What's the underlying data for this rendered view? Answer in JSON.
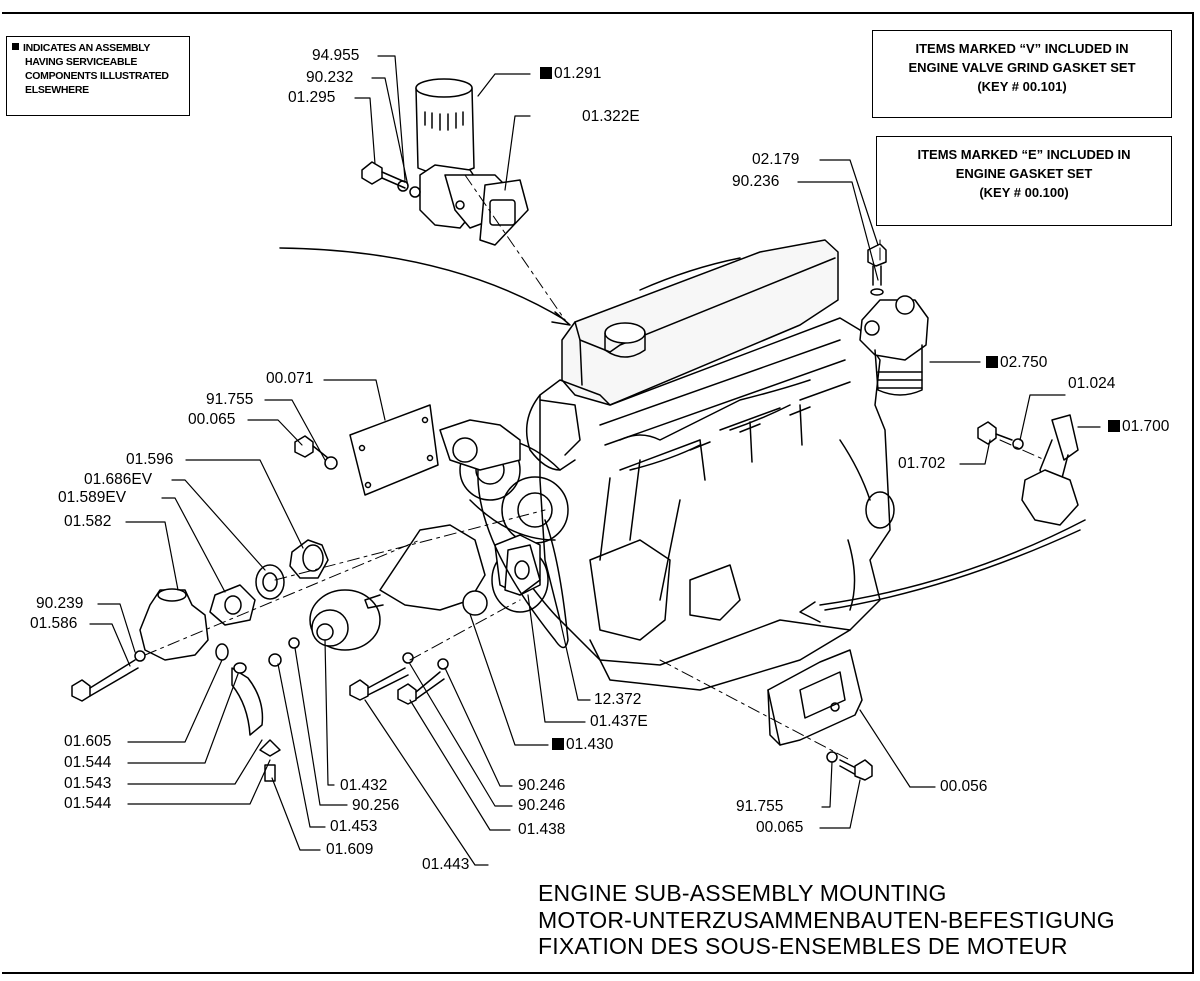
{
  "legend": {
    "lines": [
      "INDICATES AN ASSEMBLY",
      "HAVING SERVICEABLE",
      "COMPONENTS ILLUSTRATED",
      "ELSEWHERE"
    ]
  },
  "notes": {
    "valve": [
      "ITEMS MARKED “V” INCLUDED IN",
      "ENGINE VALVE GRIND GASKET SET",
      "(KEY # 00.101)"
    ],
    "gasket": [
      "ITEMS MARKED “E” INCLUDED IN",
      "ENGINE GASKET SET",
      "(KEY # 00.100)"
    ]
  },
  "title": [
    "ENGINE SUB-ASSEMBLY MOUNTING",
    "MOTOR-UNTERZUSAMMENBAUTEN-BEFESTIGUNG",
    "FIXATION DES SOUS-ENSEMBLES DE MOTEUR"
  ],
  "parts": {
    "p94955": "94.955",
    "p90232": "90.232",
    "p01295": "01.295",
    "p01291": "01.291",
    "p01322E": "01.322E",
    "p02179": "02.179",
    "p90236": "90.236",
    "p02750": "02.750",
    "p01024": "01.024",
    "p01700": "01.700",
    "p01702": "01.702",
    "p00071": "00.071",
    "p91755a": "91.755",
    "p00065a": "00.065",
    "p01596": "01.596",
    "p01686EV": "01.686EV",
    "p01589EV": "01.589EV",
    "p01582": "01.582",
    "p90239": "90.239",
    "p01586": "01.586",
    "p01605": "01.605",
    "p01544a": "01.544",
    "p01543": "01.543",
    "p01544b": "01.544",
    "p01432": "01.432",
    "p90256": "90.256",
    "p01453": "01.453",
    "p01609": "01.609",
    "p01443": "01.443",
    "p01438": "01.438",
    "p90246a": "90.246",
    "p90246b": "90.246",
    "p01430": "01.430",
    "p01437E": "01.437E",
    "p12372": "12.372",
    "p00056": "00.056",
    "p91755b": "91.755",
    "p00065b": "00.065"
  }
}
